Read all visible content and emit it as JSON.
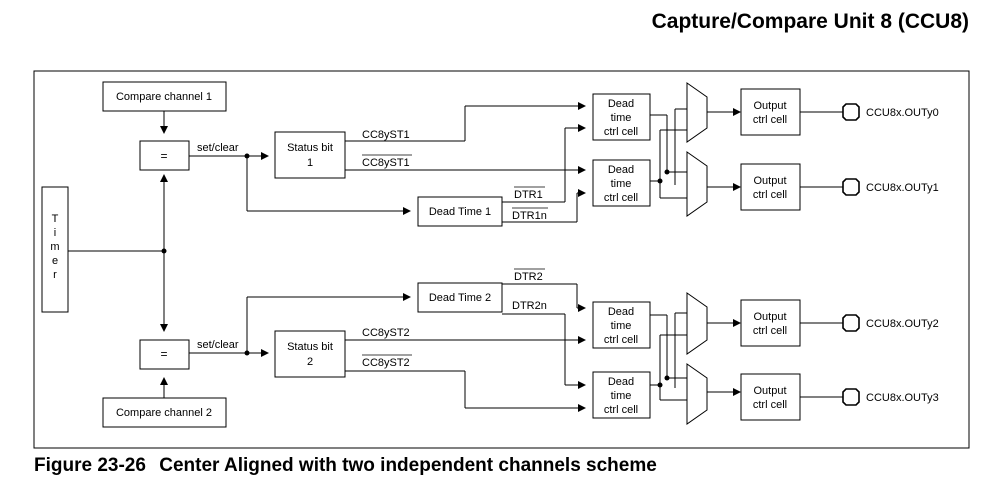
{
  "header": {
    "title": "Capture/Compare Unit 8 (CCU8)"
  },
  "caption": {
    "number": "Figure 23-26",
    "text": "Center Aligned with two independent channels scheme"
  },
  "diagram": {
    "timer_label": "Timer",
    "compare_channel_1": "Compare channel 1",
    "compare_channel_2": "Compare channel 2",
    "comparator_symbol": "=",
    "set_clear": "set/clear",
    "status_bit_1": [
      "Status bit",
      "1"
    ],
    "status_bit_2": [
      "Status bit",
      "2"
    ],
    "dead_time_1": "Dead Time 1",
    "dead_time_2": "Dead Time 2",
    "dead_time_cell": [
      "Dead",
      "time",
      "ctrl cell"
    ],
    "output_cell": [
      "Output",
      "ctrl cell"
    ],
    "signals": {
      "cc8yst1": "CC8yST1",
      "cc8yst1_n": "CC8yST1",
      "dtr1": "DTR1",
      "dtr1n": "DTR1n",
      "dtr2": "DTR2",
      "dtr2n": "DTR2n",
      "cc8yst2": "CC8yST2",
      "cc8yst2_n": "CC8yST2"
    },
    "outputs": [
      "CCU8x.OUTy0",
      "CCU8x.OUTy1",
      "CCU8x.OUTy2",
      "CCU8x.OUTy3"
    ]
  }
}
